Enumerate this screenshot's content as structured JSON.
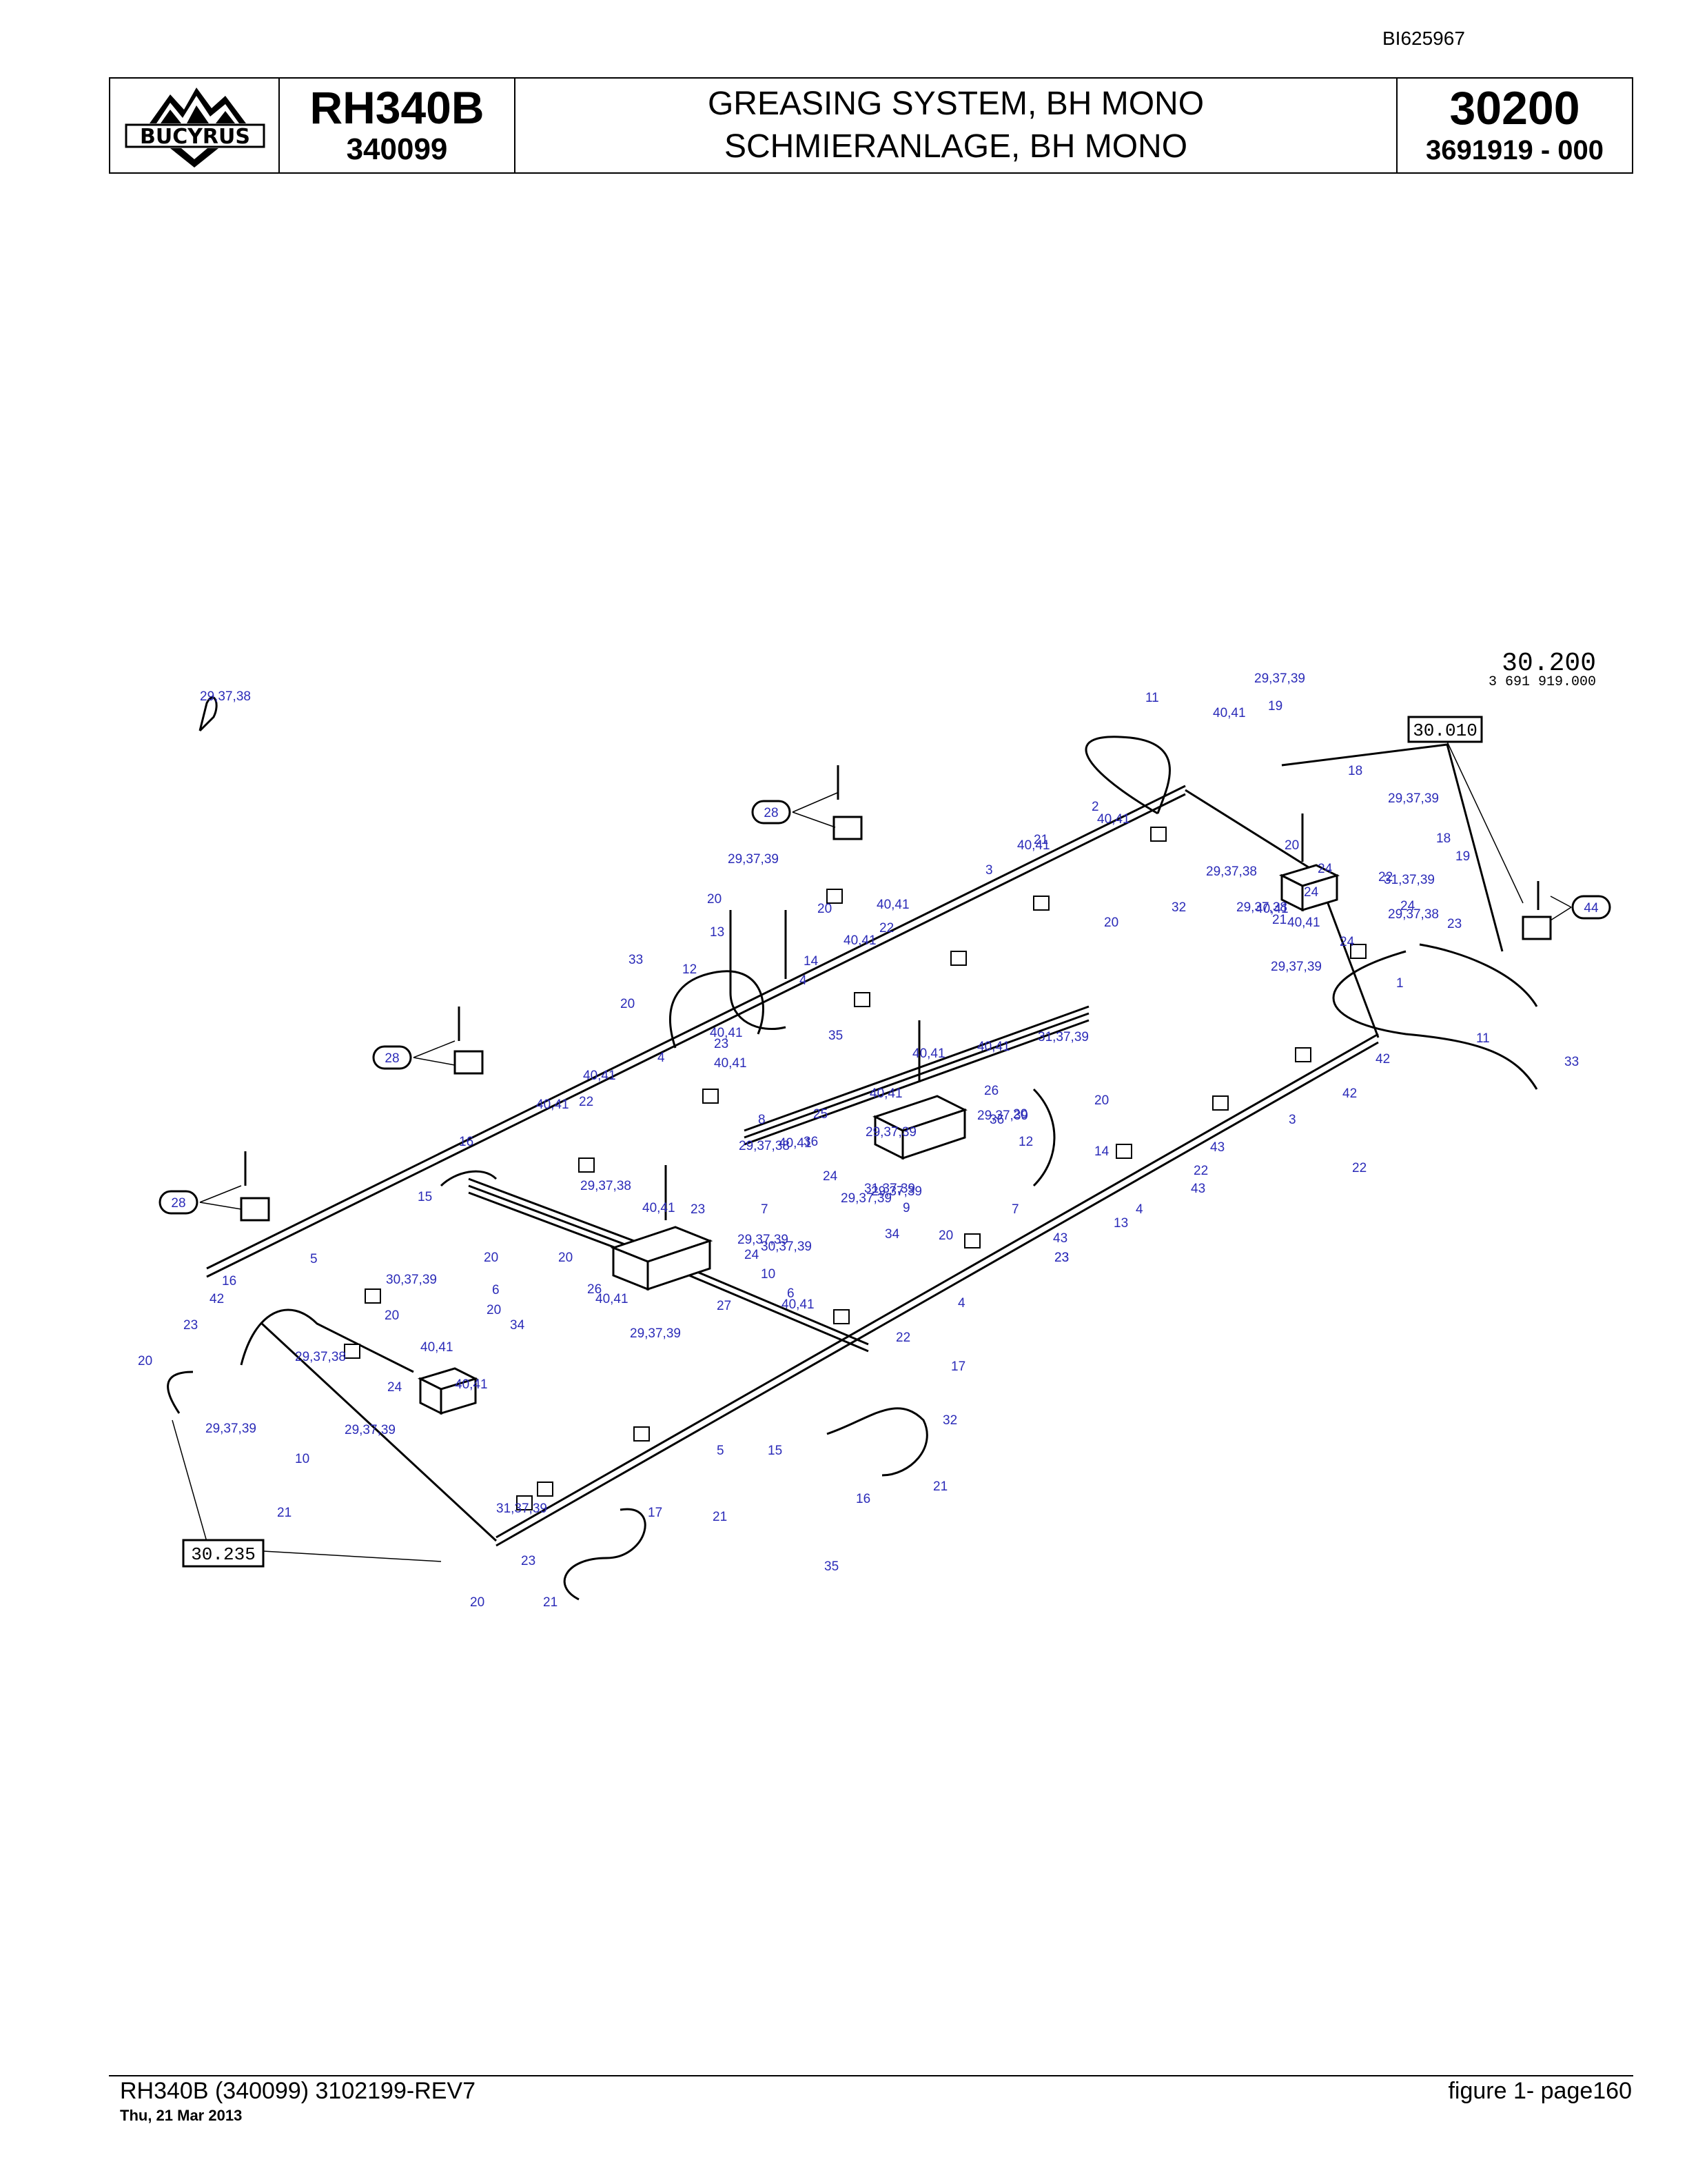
{
  "doc_id": "BI625967",
  "header": {
    "logo_text": "BUCYRUS",
    "model": "RH340B",
    "serial": "340099",
    "title_en": "GREASING SYSTEM, BH MONO",
    "title_de": "SCHMIERANLAGE, BH MONO",
    "figure_number": "30200",
    "part_number": "3691919  - 000"
  },
  "drawing": {
    "sheet_number": "30.200",
    "sheet_part": "3 691 919.000",
    "ref_boxes": [
      "30.010",
      "30.235"
    ],
    "circled_callouts": [
      "28",
      "28",
      "28",
      "44"
    ],
    "labels": [
      "1",
      "2",
      "3",
      "3",
      "4",
      "4",
      "4",
      "4",
      "5",
      "5",
      "6",
      "6",
      "7",
      "7",
      "8",
      "9",
      "10",
      "10",
      "11",
      "11",
      "12",
      "12",
      "13",
      "13",
      "14",
      "14",
      "15",
      "15",
      "16",
      "16",
      "16",
      "17",
      "17",
      "18",
      "18",
      "19",
      "19",
      "20",
      "20",
      "20",
      "20",
      "20",
      "20",
      "20",
      "20",
      "20",
      "20",
      "20",
      "20",
      "20",
      "20",
      "21",
      "21",
      "21",
      "21",
      "21",
      "21",
      "22",
      "22",
      "22",
      "22",
      "22",
      "22",
      "23",
      "23",
      "23",
      "23",
      "23",
      "23",
      "23",
      "24",
      "24",
      "24",
      "24",
      "24",
      "24",
      "24",
      "25",
      "26",
      "26",
      "27",
      "29,37,38",
      "29,37,38",
      "29,37,38",
      "29,37,38",
      "29,37,38",
      "29,37,38",
      "29,37,38",
      "29,37,39",
      "29,37,39",
      "29,37,39",
      "29,37,39",
      "29,37,39",
      "29,37,39",
      "29,37,39",
      "29,37,39",
      "29,37,39",
      "29,37,39",
      "29,37,39",
      "29,37,39",
      "30,37,39",
      "30,37,39",
      "31,37,39",
      "31,37,39",
      "31,37,39",
      "31,37,39",
      "32",
      "32",
      "33",
      "33",
      "34",
      "34",
      "35",
      "35",
      "36",
      "36",
      "40,41",
      "40,41",
      "40,41",
      "40,41",
      "40,41",
      "40,41",
      "40,41",
      "40,41",
      "40,41",
      "40,41",
      "40,41",
      "40,41",
      "40,41",
      "40,41",
      "40,41",
      "40,41",
      "40,41",
      "40,41",
      "40,41",
      "40,41",
      "42",
      "42",
      "42",
      "43",
      "43",
      "43"
    ]
  },
  "footer": {
    "left": "RH340B (340099) 3102199-REV7",
    "date": "Thu, 21 Mar 2013",
    "right": "figure  1- page160"
  }
}
